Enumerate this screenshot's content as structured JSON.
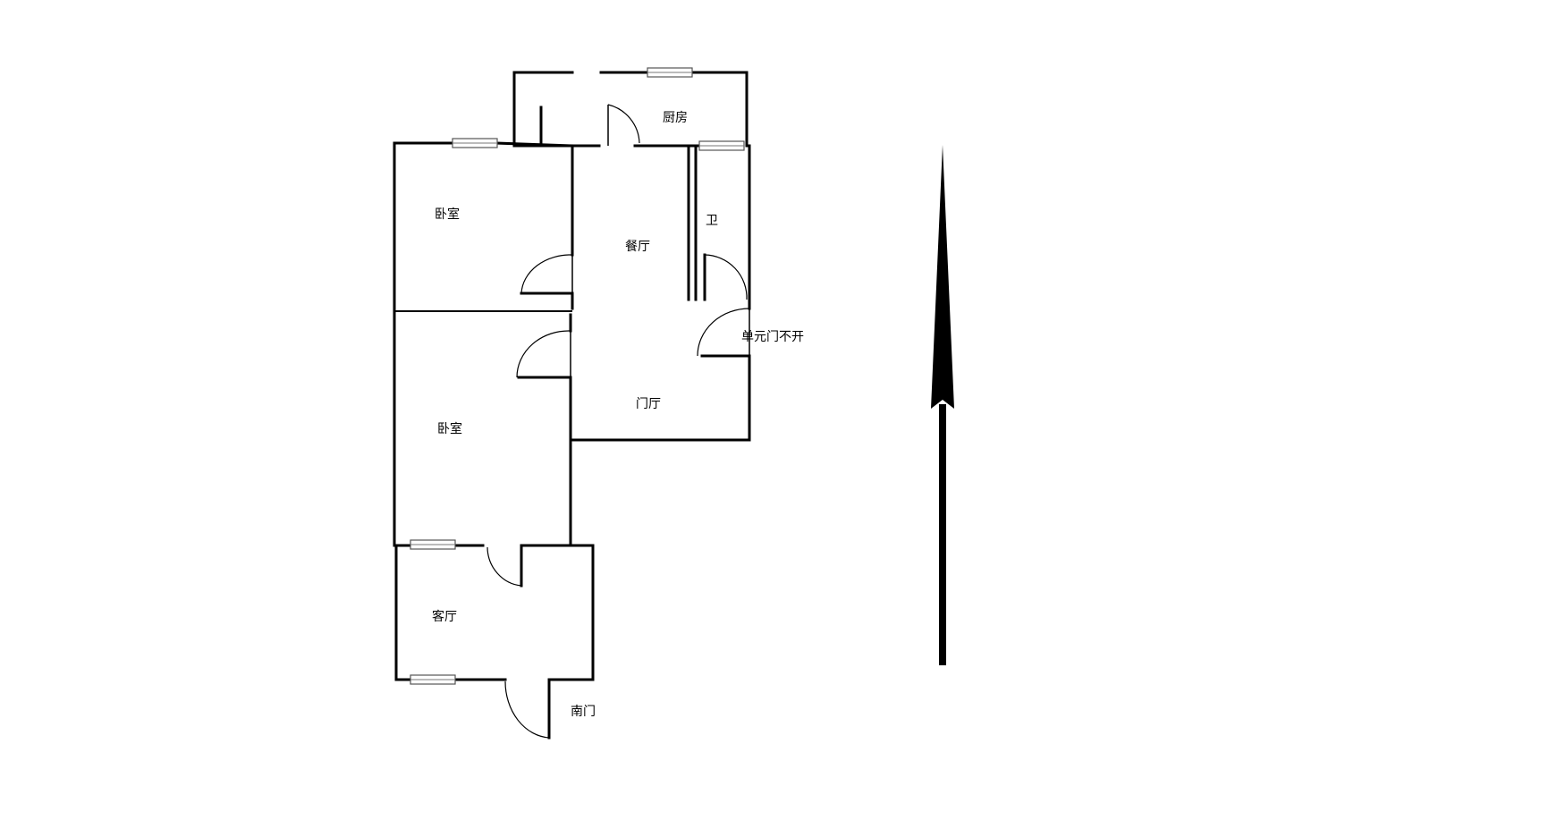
{
  "rooms": {
    "kitchen": "厨房",
    "bedroom_north": "卧室",
    "dining": "餐厅",
    "bathroom": "卫",
    "foyer": "门厅",
    "bedroom_south": "卧室",
    "living": "客厅"
  },
  "notes": {
    "unit_door": "单元门不开",
    "south_door": "南门"
  },
  "compass": {
    "icon": "north-arrow-icon",
    "color": "#000000"
  }
}
